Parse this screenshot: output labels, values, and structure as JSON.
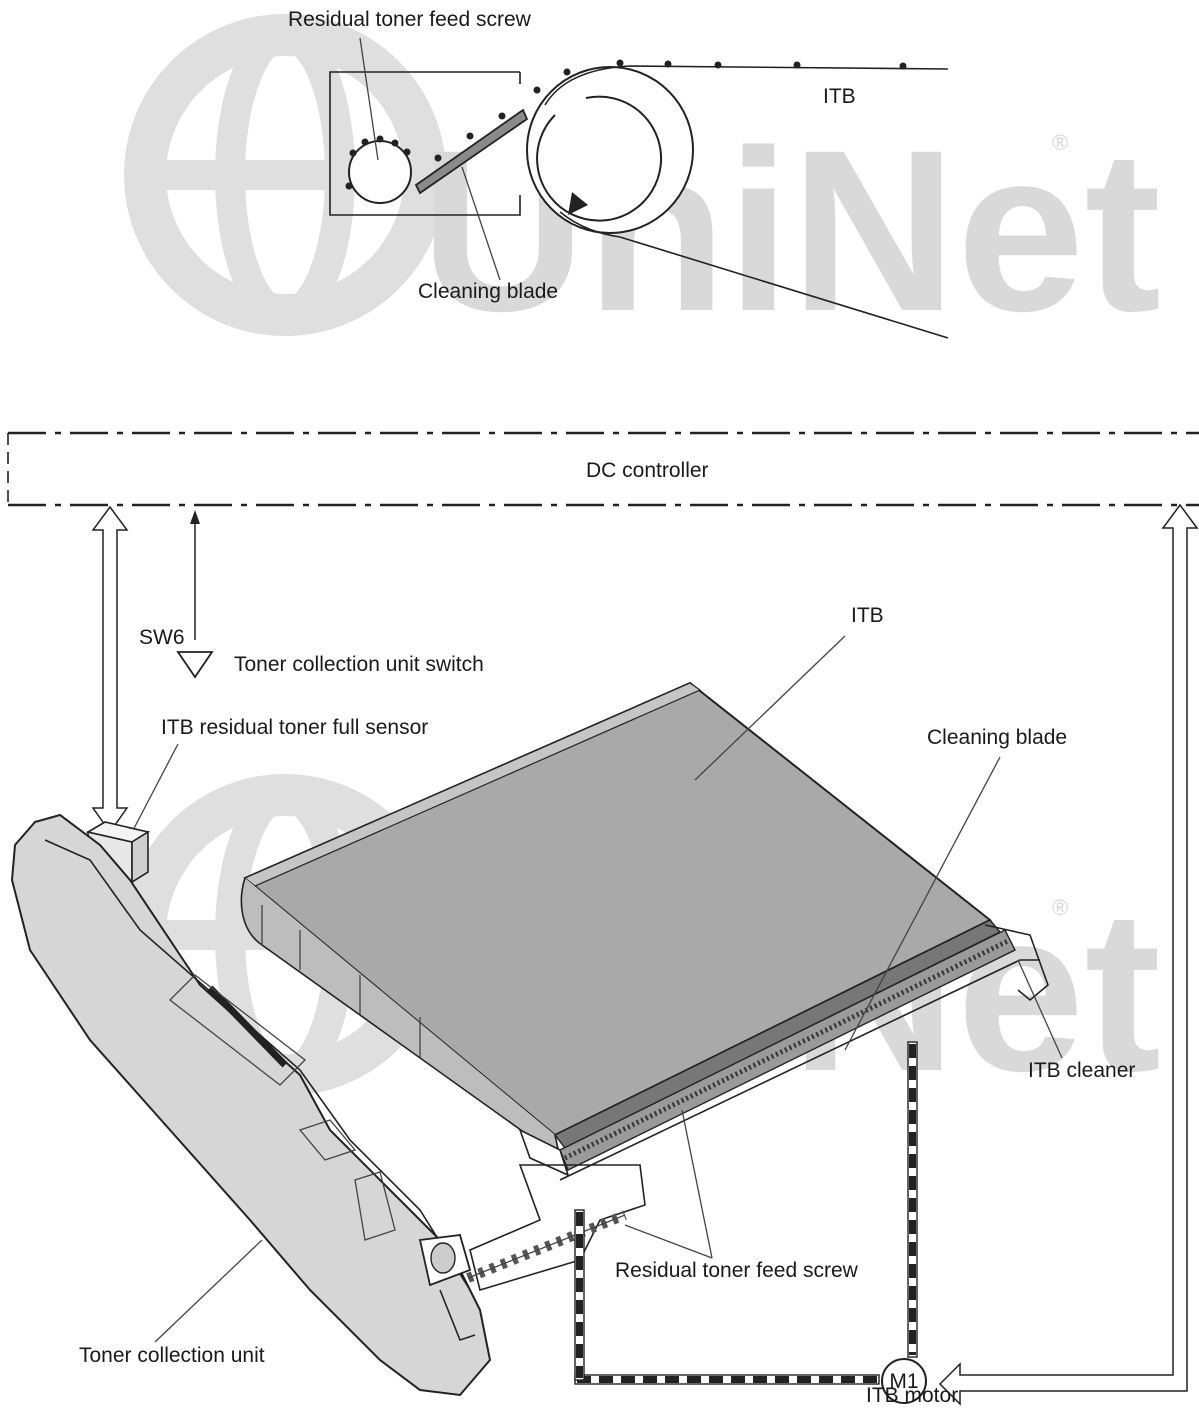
{
  "top_diagram": {
    "screw_label": "Residual toner feed screw",
    "blade_label": "Cleaning blade",
    "itb_label": "ITB"
  },
  "controller": {
    "label": "DC controller"
  },
  "bottom_diagram": {
    "switch_code": "SW6",
    "switch_label": "Toner collection unit switch",
    "sensor_label": "ITB residual toner full sensor",
    "itb_label": "ITB",
    "blade_label": "Cleaning blade",
    "cleaner_label": "ITB cleaner",
    "screw_label": "Residual toner feed screw",
    "collection_label": "Toner collection unit",
    "motor_code": "M1",
    "motor_label": "ITB motor"
  },
  "watermark": {
    "text": "UniNet",
    "mark": "®"
  }
}
